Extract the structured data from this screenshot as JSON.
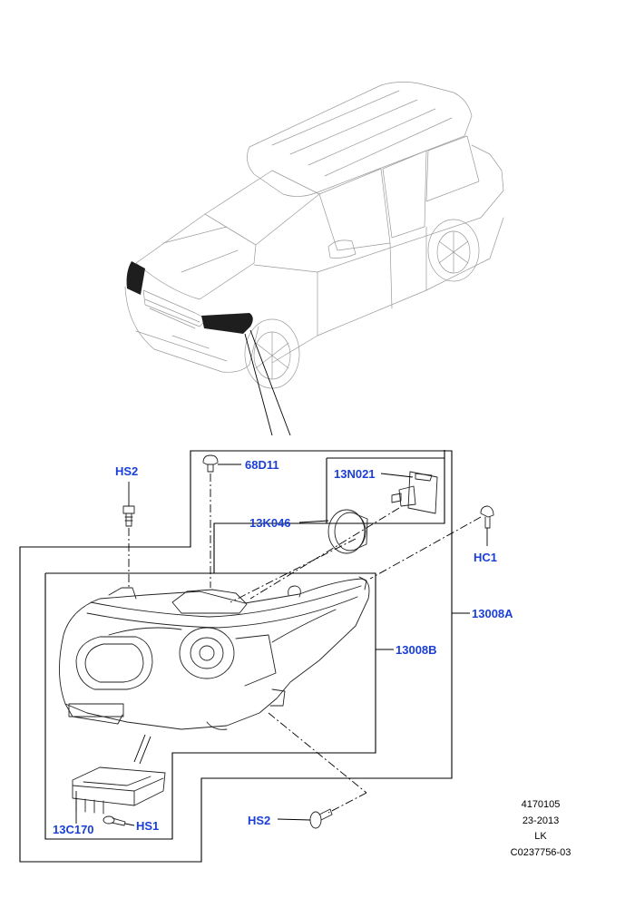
{
  "callouts": {
    "hs2_top": "HS2",
    "p68d11": "68D11",
    "p13n021": "13N021",
    "p13k046": "13K046",
    "hc1": "HC1",
    "p13008a": "13008A",
    "p13008b": "13008B",
    "p13c170": "13C170",
    "hs1": "HS1",
    "hs2_bottom": "HS2"
  },
  "reference": {
    "line1": "4170105",
    "line2": "23-2013",
    "line3": "LK",
    "line4": "C0237756-03"
  },
  "colors": {
    "callout": "#1a3fd6",
    "line": "#000000"
  }
}
